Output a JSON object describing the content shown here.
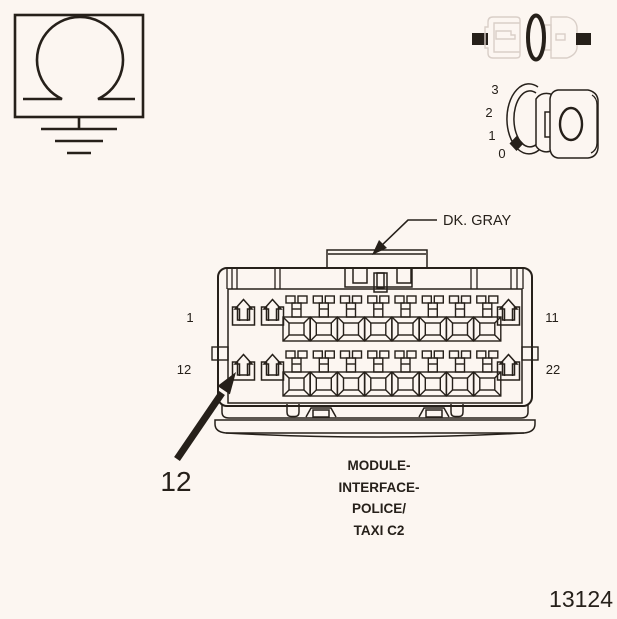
{
  "page": {
    "background": "#fcf6f1",
    "ink": "#26201a",
    "light_gray": "#d9cfc8"
  },
  "header_icons": {
    "ohmmeter_ground_symbol": "omega-over-ground",
    "inline_connector_symbol": "in-line-connector",
    "ignition_switch": {
      "positions": [
        "3",
        "2",
        "1",
        "0"
      ],
      "marker_position": "between 0 and 1"
    }
  },
  "connector": {
    "color_label": "DK. GRAY",
    "terminal_rows": [
      {
        "left_label": "1",
        "right_label": "11",
        "types": [
          "latch",
          "latch",
          "blade",
          "blade",
          "blade",
          "blade",
          "blade",
          "blade",
          "blade",
          "blade",
          "latch"
        ]
      },
      {
        "left_label": "12",
        "right_label": "22",
        "types": [
          "latch",
          "latch",
          "blade",
          "blade",
          "blade",
          "blade",
          "blade",
          "blade",
          "blade",
          "blade",
          "latch"
        ]
      }
    ],
    "highlighted_pin": "12",
    "name_lines": [
      "MODULE-",
      "INTERFACE-",
      "POLICE/",
      "TAXI C2"
    ]
  },
  "figure_number": "13124"
}
